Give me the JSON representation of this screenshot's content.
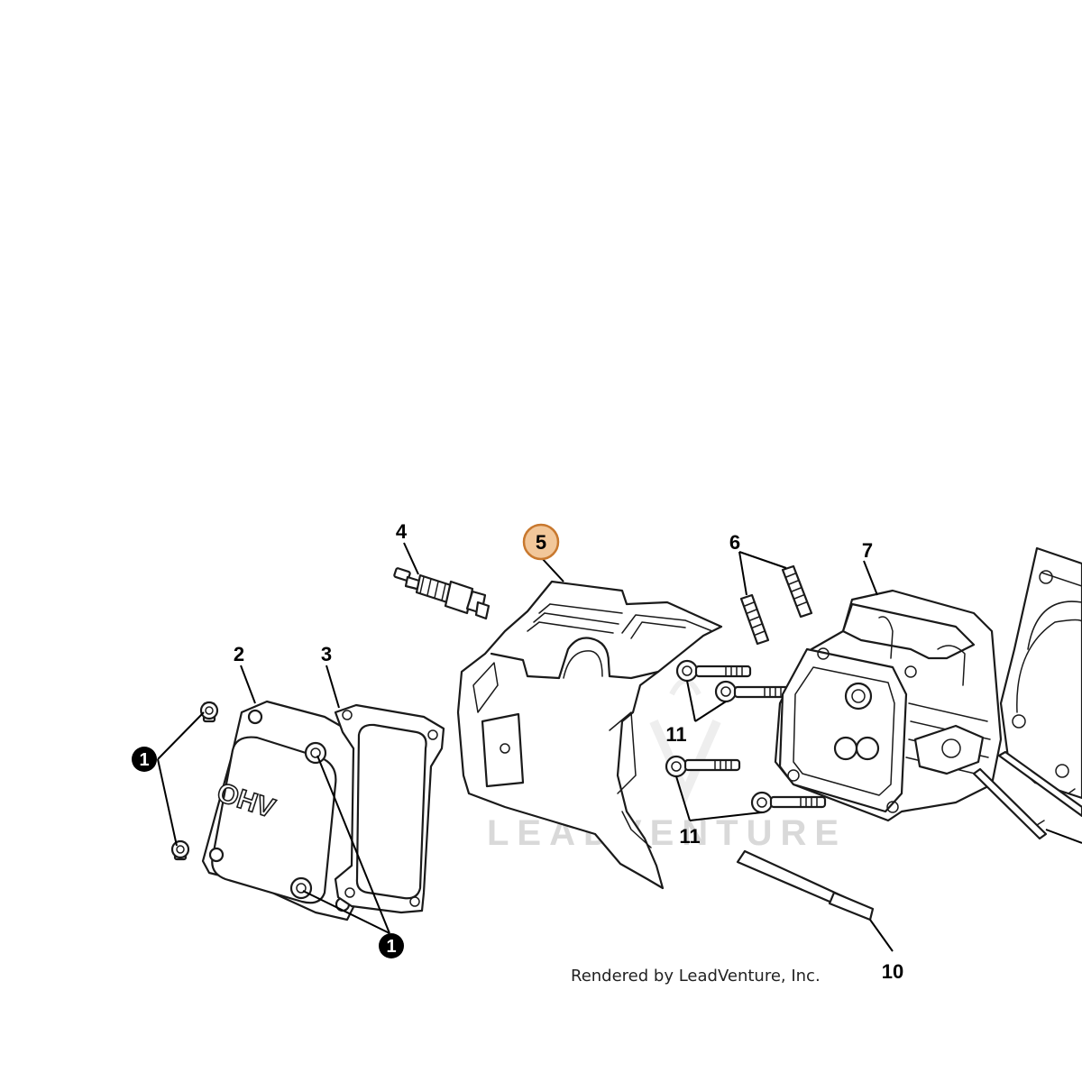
{
  "diagram": {
    "callouts": {
      "c1_top": "1",
      "c1_bottom": "1",
      "c2": "2",
      "c3": "3",
      "c4": "4",
      "c5": "5",
      "c6": "6",
      "c7": "7",
      "c10": "10",
      "c11_top": "11",
      "c11_bottom": "11"
    },
    "highlighted_callout": "5",
    "highlight_color": "#f2c79a",
    "highlight_border": "#c8782e",
    "cover_marking": "OHV",
    "watermark": "LEADVENTURE",
    "credit": "Rendered by LeadVenture, Inc."
  }
}
